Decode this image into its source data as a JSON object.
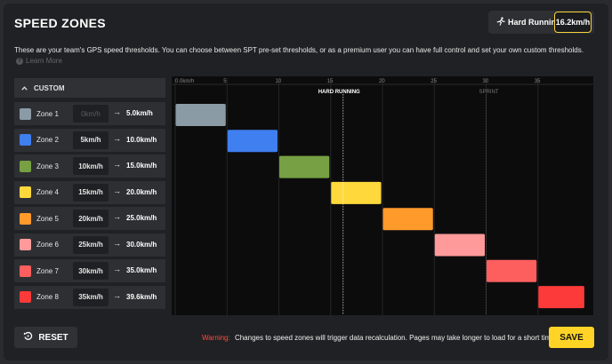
{
  "header": {
    "title": "SPEED ZONES",
    "hard_running_label": "Hard Running",
    "hard_running_value": "16.2km/h"
  },
  "description": "These are your team's GPS speed thresholds. You can choose between SPT pre-set thresholds, or as a premium user you can have full control and set your own custom thresholds.",
  "learn_more": "Learn More",
  "preset": {
    "label": "CUSTOM"
  },
  "zones": [
    {
      "name": "Zone 1",
      "from": "0km/h",
      "to": "5.0km/h",
      "color": "#8a9ba6",
      "from_disabled": true
    },
    {
      "name": "Zone 2",
      "from": "5km/h",
      "to": "10.0km/h",
      "color": "#3f7fef",
      "from_disabled": false
    },
    {
      "name": "Zone 3",
      "from": "10km/h",
      "to": "15.0km/h",
      "color": "#76a043",
      "from_disabled": false
    },
    {
      "name": "Zone 4",
      "from": "15km/h",
      "to": "20.0km/h",
      "color": "#ffd93b",
      "from_disabled": false
    },
    {
      "name": "Zone 5",
      "from": "20km/h",
      "to": "25.0km/h",
      "color": "#ff9a2b",
      "from_disabled": false
    },
    {
      "name": "Zone 6",
      "from": "25km/h",
      "to": "30.0km/h",
      "color": "#fe9a9a",
      "from_disabled": false
    },
    {
      "name": "Zone 7",
      "from": "30km/h",
      "to": "35.0km/h",
      "color": "#fd5f5f",
      "from_disabled": false
    },
    {
      "name": "Zone 8",
      "from": "35km/h",
      "to": "39.6km/h",
      "color": "#fd3a3a",
      "from_disabled": false
    }
  ],
  "chart_data": {
    "type": "bar",
    "orientation": "horizontal-range",
    "x_ticks": [
      "0.0km/h",
      "5",
      "10",
      "15",
      "20",
      "25",
      "30",
      "35"
    ],
    "xlim": [
      0,
      40
    ],
    "ranges": [
      {
        "category": "Zone 1",
        "start": 0,
        "end": 5
      },
      {
        "category": "Zone 2",
        "start": 5,
        "end": 10
      },
      {
        "category": "Zone 3",
        "start": 10,
        "end": 15
      },
      {
        "category": "Zone 4",
        "start": 15,
        "end": 20
      },
      {
        "category": "Zone 5",
        "start": 20,
        "end": 25
      },
      {
        "category": "Zone 6",
        "start": 25,
        "end": 30
      },
      {
        "category": "Zone 7",
        "start": 30,
        "end": 35
      },
      {
        "category": "Zone 8",
        "start": 35,
        "end": 39.6
      }
    ],
    "markers": [
      {
        "label": "HARD RUNNING",
        "value": 16.2,
        "style": "dotted",
        "color": "#ffffff",
        "label_color": "#ffffff"
      },
      {
        "label": "SPRINT",
        "value": 30,
        "style": "dotted",
        "color": "#777777",
        "label_color": "#777777"
      }
    ]
  },
  "footer": {
    "reset_label": "RESET",
    "warning_label": "Warning:",
    "warning_text": "Changes to speed zones will trigger data recalculation. Pages may take longer to load for a short time.",
    "save_label": "SAVE"
  }
}
